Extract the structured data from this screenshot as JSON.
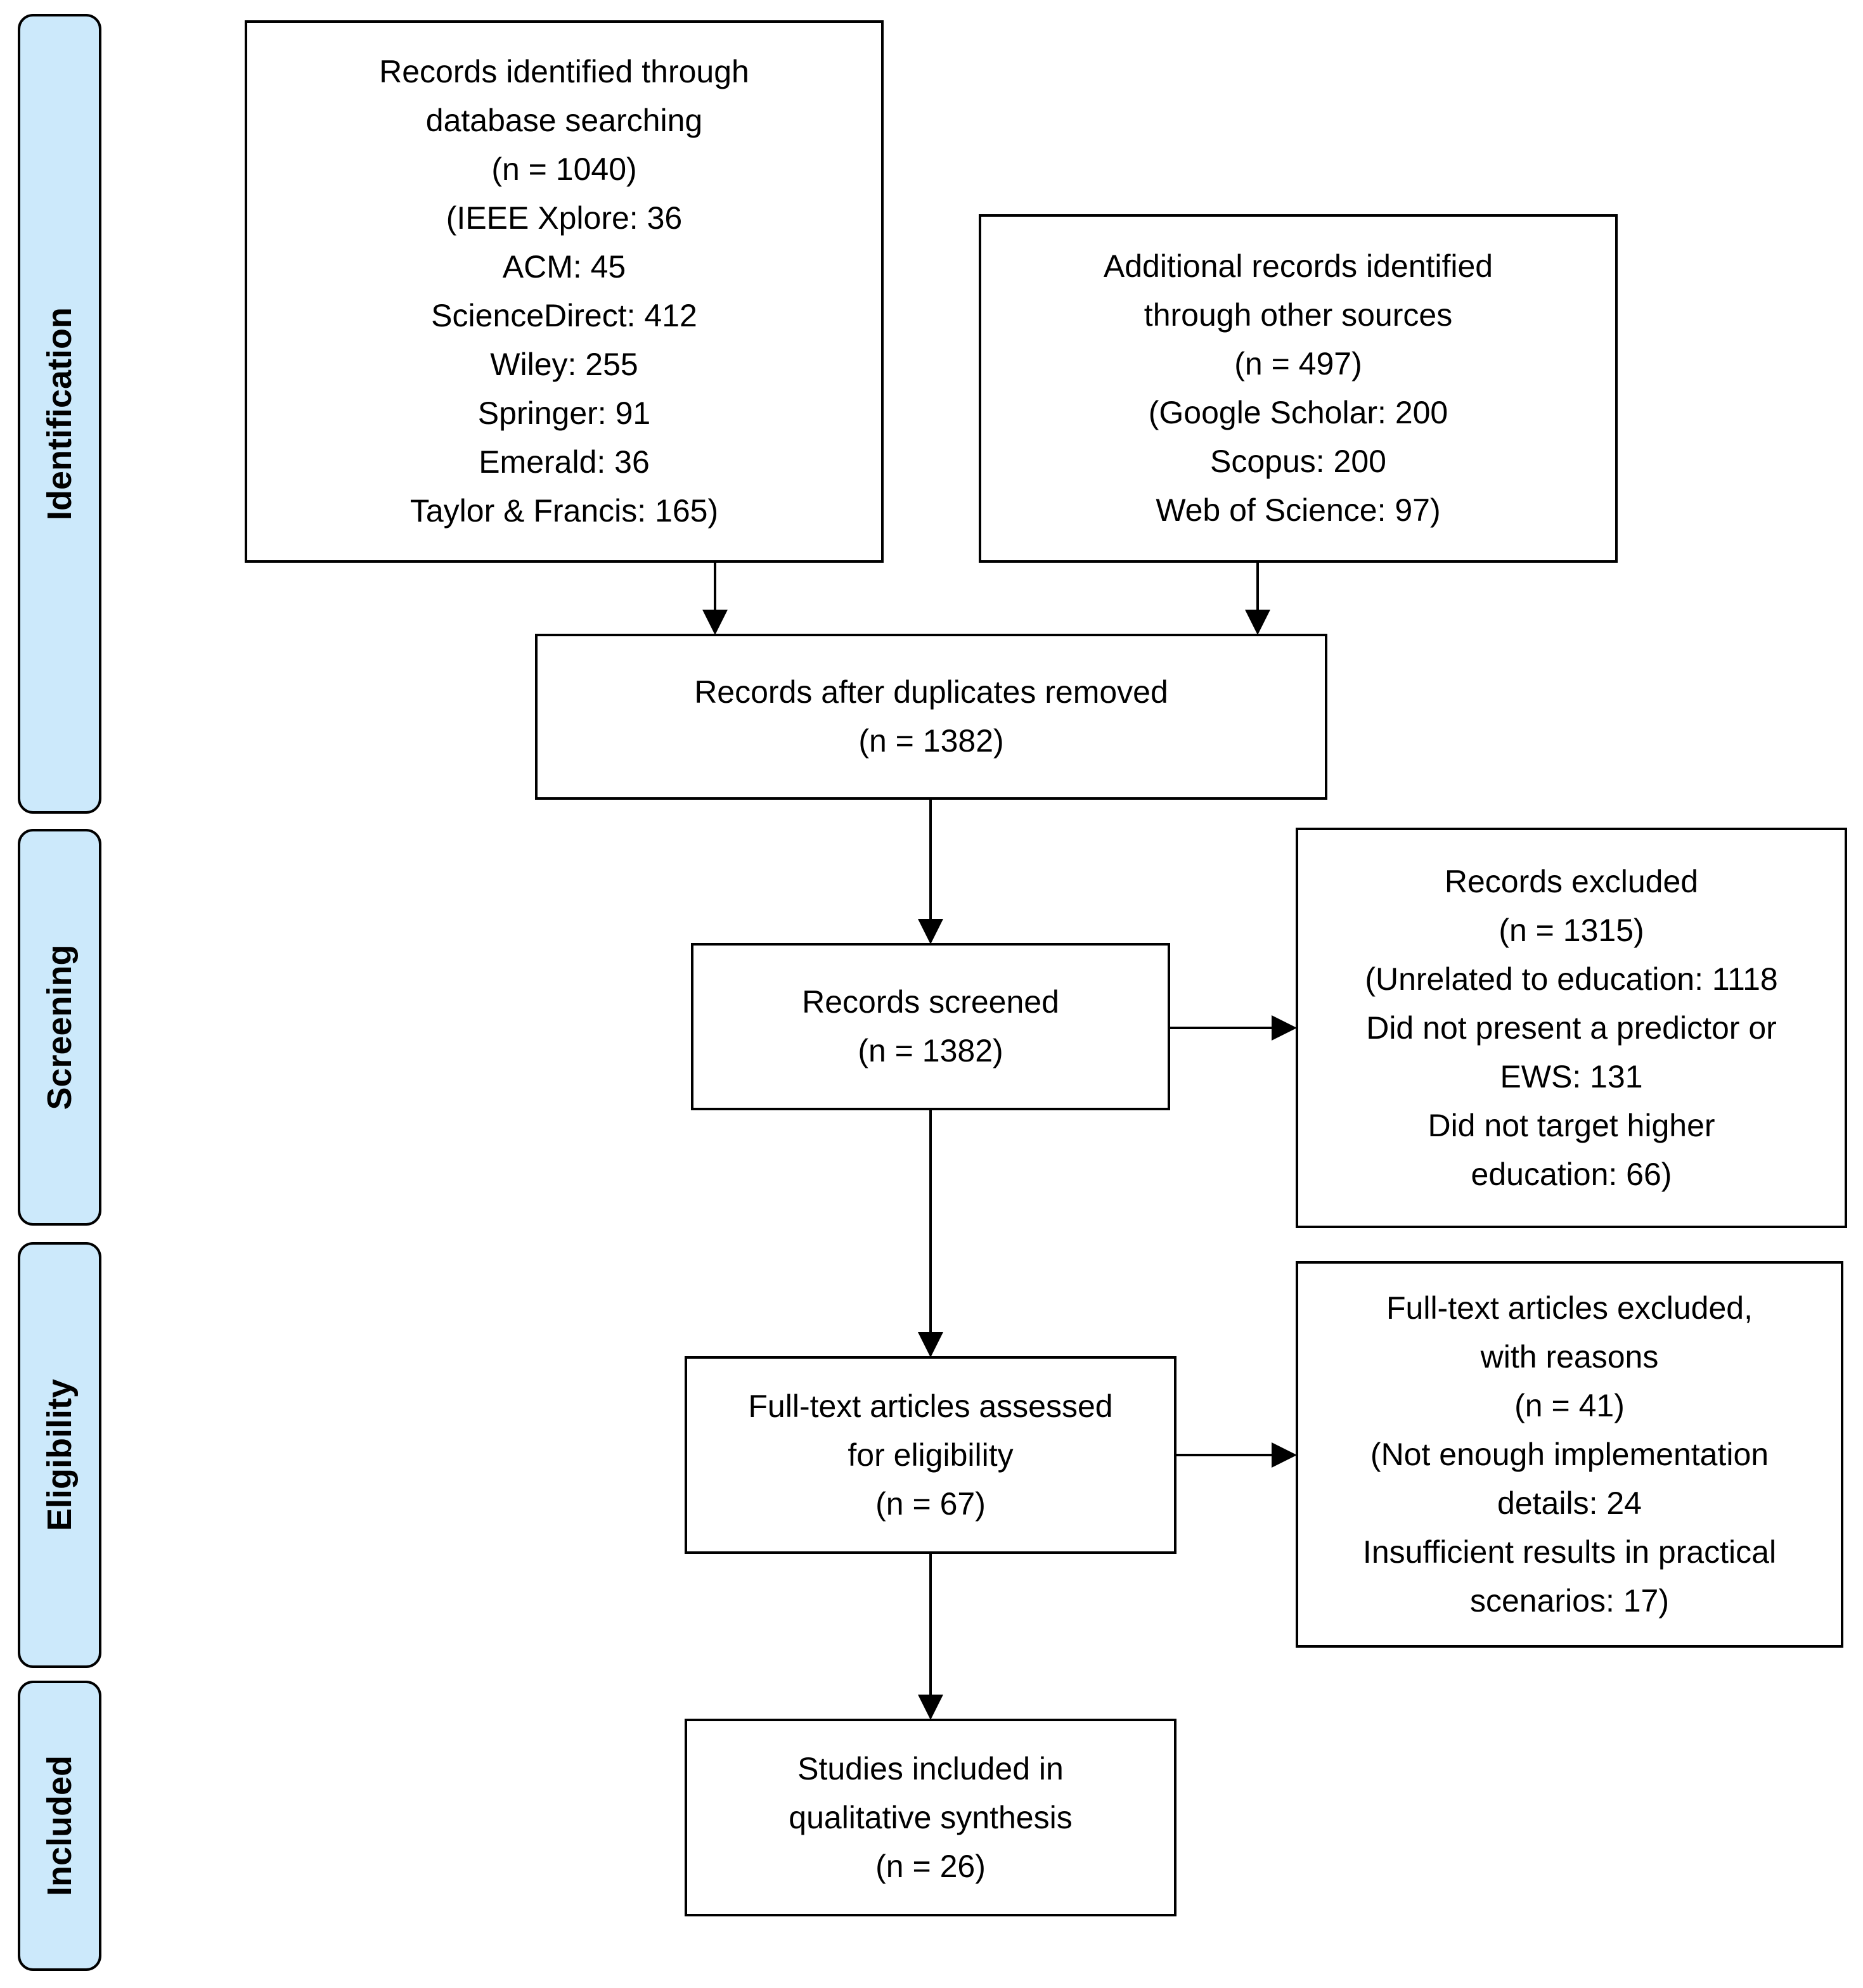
{
  "phases": {
    "identification": "Identification",
    "screening": "Screening",
    "eligibility": "Eligibility",
    "included": "Included"
  },
  "boxes": {
    "database_records": {
      "lines": [
        "Records identified through",
        "database searching",
        "(n = 1040)",
        "(IEEE Xplore: 36",
        "ACM: 45",
        "ScienceDirect: 412",
        "Wiley: 255",
        "Springer: 91",
        "Emerald: 36",
        "Taylor & Francis: 165)"
      ]
    },
    "additional_records": {
      "lines": [
        "Additional records identified",
        "through other sources",
        "(n = 497)",
        "(Google Scholar: 200",
        "Scopus: 200",
        "Web of Science: 97)"
      ]
    },
    "after_duplicates": {
      "lines": [
        "Records after duplicates removed",
        "(n = 1382)"
      ]
    },
    "screened": {
      "lines": [
        "Records screened",
        "(n = 1382)"
      ]
    },
    "excluded": {
      "lines": [
        "Records excluded",
        "(n = 1315)",
        "(Unrelated to education: 1118",
        "Did not present a predictor or",
        "EWS: 131",
        "Did not target higher",
        "education: 66)"
      ]
    },
    "full_text_assessed": {
      "lines": [
        "Full-text articles assessed",
        "for eligibility",
        "(n = 67)"
      ]
    },
    "full_text_excluded": {
      "lines": [
        "Full-text articles excluded,",
        "with reasons",
        "(n = 41)",
        "(Not enough implementation",
        "details: 24",
        "Insufficient results in practical",
        "scenarios: 17)"
      ]
    },
    "included_studies": {
      "lines": [
        "Studies included in",
        "qualitative synthesis",
        "(n = 26)"
      ]
    }
  },
  "colors": {
    "phase_fill": "#cce9fb",
    "stroke": "#000000",
    "box_fill": "#ffffff"
  }
}
